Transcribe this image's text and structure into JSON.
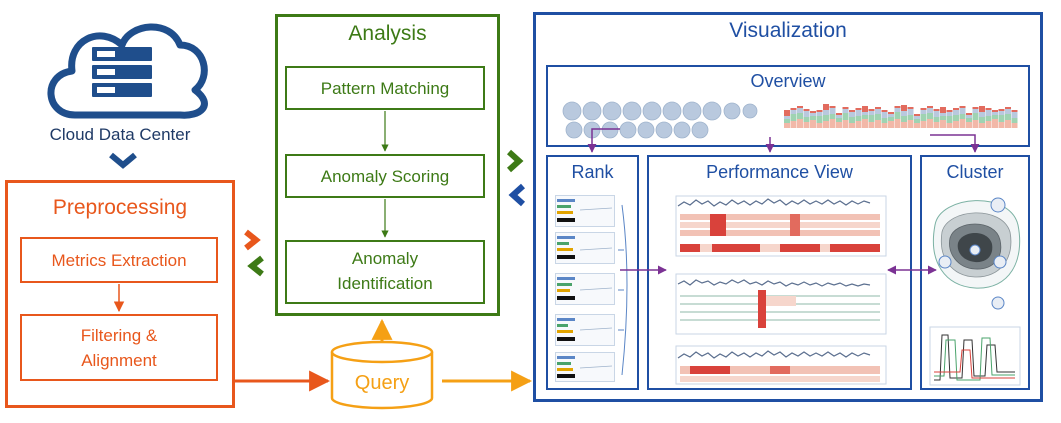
{
  "cloud": {
    "label": "Cloud Data Center"
  },
  "preprocessing": {
    "title": "Preprocessing",
    "steps": [
      "Metrics Extraction",
      "Filtering &",
      "Alignment"
    ]
  },
  "analysis": {
    "title": "Analysis",
    "steps": [
      "Pattern Matching",
      "Anomaly Scoring",
      "Anomaly",
      "Identification"
    ]
  },
  "query": {
    "label": "Query"
  },
  "visualization": {
    "title": "Visualization",
    "overview": "Overview",
    "rank": "Rank",
    "performance_view": "Performance View",
    "cluster": "Cluster"
  },
  "colors": {
    "preprocessing": "#e8571c",
    "analysis": "#3d7a16",
    "visualization": "#1f4fa3",
    "query": "#f5a015",
    "cloud": "#1f4e8c",
    "link": "#7b3294"
  }
}
